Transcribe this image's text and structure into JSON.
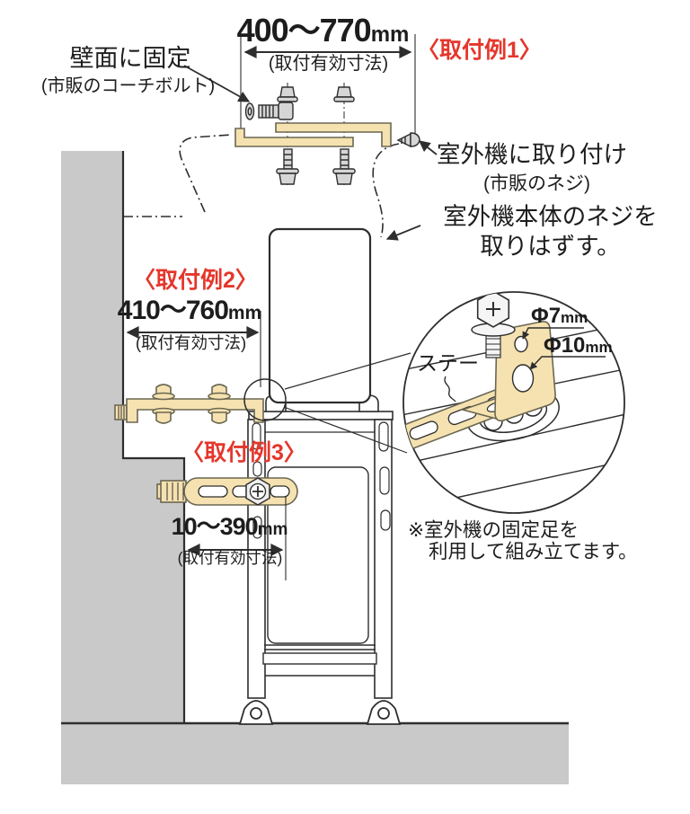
{
  "diagram": {
    "wall_fix": {
      "title": "壁面に固定",
      "note": "(市販のコーチボルト)"
    },
    "example1": {
      "label": "〈取付例1〉",
      "dim_range": "400〜770",
      "dim_unit": "mm",
      "dim_note": "(取付有効寸法)"
    },
    "attach_outdoor": {
      "title": "室外機に取り付け",
      "note": "(市販のネジ)"
    },
    "remove_screw": {
      "line1": "室外機本体のネジを",
      "line2": "取りはずす。"
    },
    "example2": {
      "label": "〈取付例2〉",
      "dim_range": "410〜760",
      "dim_unit": "mm",
      "dim_note": "(取付有効寸法)"
    },
    "example3": {
      "label": "〈取付例3〉",
      "dim_range": "10〜390",
      "dim_unit": "mm",
      "dim_note": "(取付有効寸法)"
    },
    "detail": {
      "stay_label": "ステー",
      "small_hole": "Φ7",
      "small_hole_unit": "mm",
      "large_hole": "Φ10",
      "large_hole_unit": "mm"
    },
    "assembly_note": {
      "line1": "※室外機の固定足を",
      "line2": "利用して組み立てます。"
    }
  },
  "colors": {
    "accent_red": "#e5362b",
    "bracket_tan": "#f5e2b0",
    "bracket_outline": "#6b6753",
    "wall_gray": "#c9c9c9",
    "line_dark": "#2e2e2e"
  }
}
